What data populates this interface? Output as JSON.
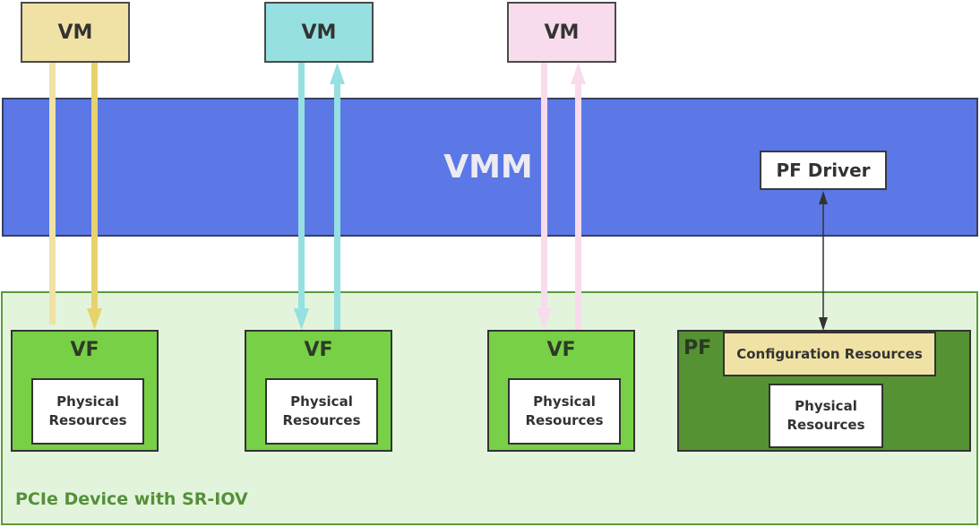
{
  "vms": [
    {
      "label": "VM",
      "color": "#f0e2a4",
      "arrow_down_color": "#e6d36e",
      "arrow_up_color": "#f0e2a4"
    },
    {
      "label": "VM",
      "color": "#96e0e1",
      "arrow_down_color": "#96e0e1",
      "arrow_up_color": "#96e0e1"
    },
    {
      "label": "VM",
      "color": "#f8dbec",
      "arrow_down_color": "#f8dbec",
      "arrow_up_color": "#f8dbec"
    }
  ],
  "vmm": {
    "label": "VMM",
    "color": "#5b78e6"
  },
  "pf_driver": {
    "label": "PF Driver"
  },
  "device": {
    "label": "PCIe Device with SR-IOV",
    "color": "#e3f4dc"
  },
  "vfs": [
    {
      "label": "VF",
      "resources": "Physical Resources",
      "resources_line1": "Physical",
      "resources_line2": "Resources"
    },
    {
      "label": "VF",
      "resources": "Physical Resources",
      "resources_line1": "Physical",
      "resources_line2": "Resources"
    },
    {
      "label": "VF",
      "resources": "Physical Resources",
      "resources_line1": "Physical",
      "resources_line2": "Resources"
    }
  ],
  "pf": {
    "label": "PF",
    "config_label": "Configuration Resources",
    "resources_line1": "Physical",
    "resources_line2": "Resources"
  }
}
